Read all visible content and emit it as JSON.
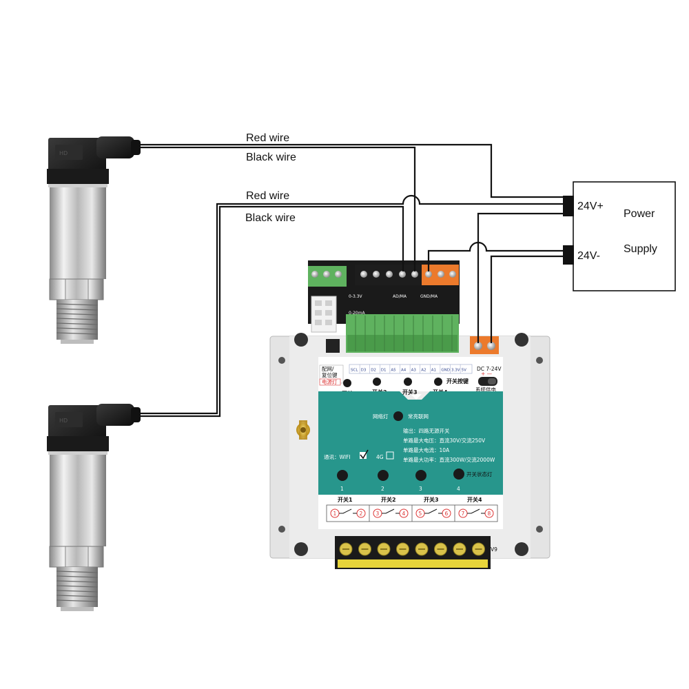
{
  "wires": {
    "sensor1_red": "Red wire",
    "sensor1_black": "Black wire",
    "sensor2_red": "Red wire",
    "sensor2_black": "Black wire"
  },
  "power_supply": {
    "title_line1": "Power",
    "title_line2": "Supply",
    "positive": "24V+",
    "negative": "24V-"
  },
  "controller": {
    "side_label_1": "配网/",
    "side_label_2": "复位键",
    "side_label_3": "电源灯",
    "pin_labels": [
      "SCL",
      "D3",
      "D2",
      "D1",
      "A5",
      "A4",
      "A3",
      "A2",
      "A1",
      "GND",
      "3.3V",
      "5V"
    ],
    "dc_label": "DC 7-24V",
    "dc_polarity": "+  —",
    "system_power": "系统供电",
    "switches": [
      "开关1",
      "开关2",
      "开关3",
      "开关4"
    ],
    "switch_button": "开关按键",
    "net_light": "网络灯",
    "always_on": "常亮联网",
    "spec_lines": [
      "输出：四路无源开关",
      "单路最大电压：直流30V/交流250V",
      "单路最大电流：10A",
      "单路最大功率：直流300W/交流2000W"
    ],
    "comm_label": "通讯：WIFI",
    "g4_label": "4G",
    "led_numbers": [
      "1",
      "2",
      "3",
      "4"
    ],
    "switch_state_light": "开关状态灯",
    "relay_labels": [
      "开关1",
      "开关2",
      "开关3",
      "开关4"
    ],
    "terminal_numbers": [
      "1",
      "2",
      "3",
      "4",
      "5",
      "6",
      "7",
      "8"
    ],
    "board_top_left": "0-3.3V",
    "board_top_left2": "0-20mA",
    "board_top_mid": "AD/MA",
    "board_top_right": "GND/MA",
    "v9": "V9"
  },
  "colors": {
    "panel_teal": "#27968c",
    "housing": "#e2e2e2",
    "terminal_green": "#5fb25f",
    "terminal_black": "#1d1d1d",
    "terminal_orange": "#ec7a2c",
    "terminal_yellow": "#e7d43a"
  }
}
